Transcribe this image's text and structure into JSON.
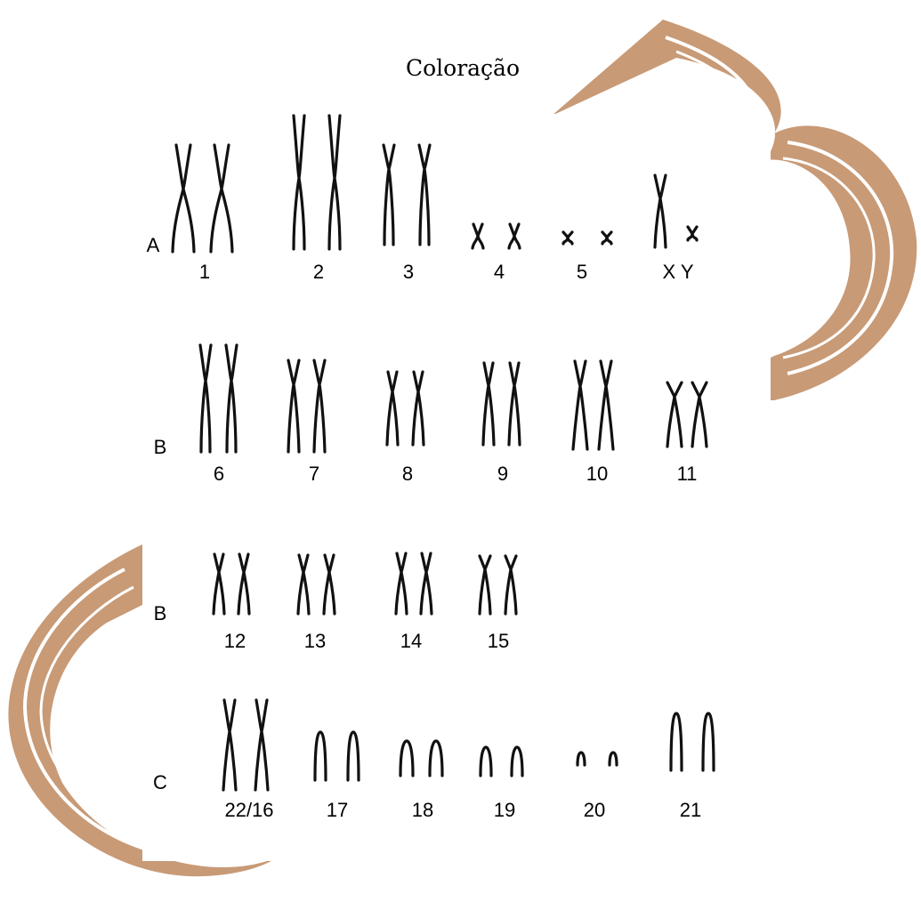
{
  "title": "Coloração",
  "colors": {
    "decor": "#c89a76",
    "chromosome": "#111111",
    "text": "#000000"
  },
  "rows": [
    {
      "label": "A",
      "items": [
        {
          "number": "1",
          "kind": "metacentric",
          "size": "large"
        },
        {
          "number": "2",
          "kind": "metacentric",
          "size": "largest"
        },
        {
          "number": "3",
          "kind": "submetacentric",
          "size": "large"
        },
        {
          "number": "4",
          "kind": "small-x",
          "size": "small"
        },
        {
          "number": "5",
          "kind": "tiny-x",
          "size": "tiny"
        },
        {
          "number": "X Y",
          "kind": "sex",
          "size": "mixed"
        }
      ]
    },
    {
      "label": "B",
      "items": [
        {
          "number": "6"
        },
        {
          "number": "7"
        },
        {
          "number": "8"
        },
        {
          "number": "9"
        },
        {
          "number": "10"
        },
        {
          "number": "11"
        }
      ]
    },
    {
      "label": "B",
      "items": [
        {
          "number": "12"
        },
        {
          "number": "13"
        },
        {
          "number": "14"
        },
        {
          "number": "15"
        }
      ]
    },
    {
      "label": "C",
      "items": [
        {
          "number": "22/16"
        },
        {
          "number": "17"
        },
        {
          "number": "18"
        },
        {
          "number": "19"
        },
        {
          "number": "20"
        },
        {
          "number": "21"
        }
      ]
    }
  ]
}
